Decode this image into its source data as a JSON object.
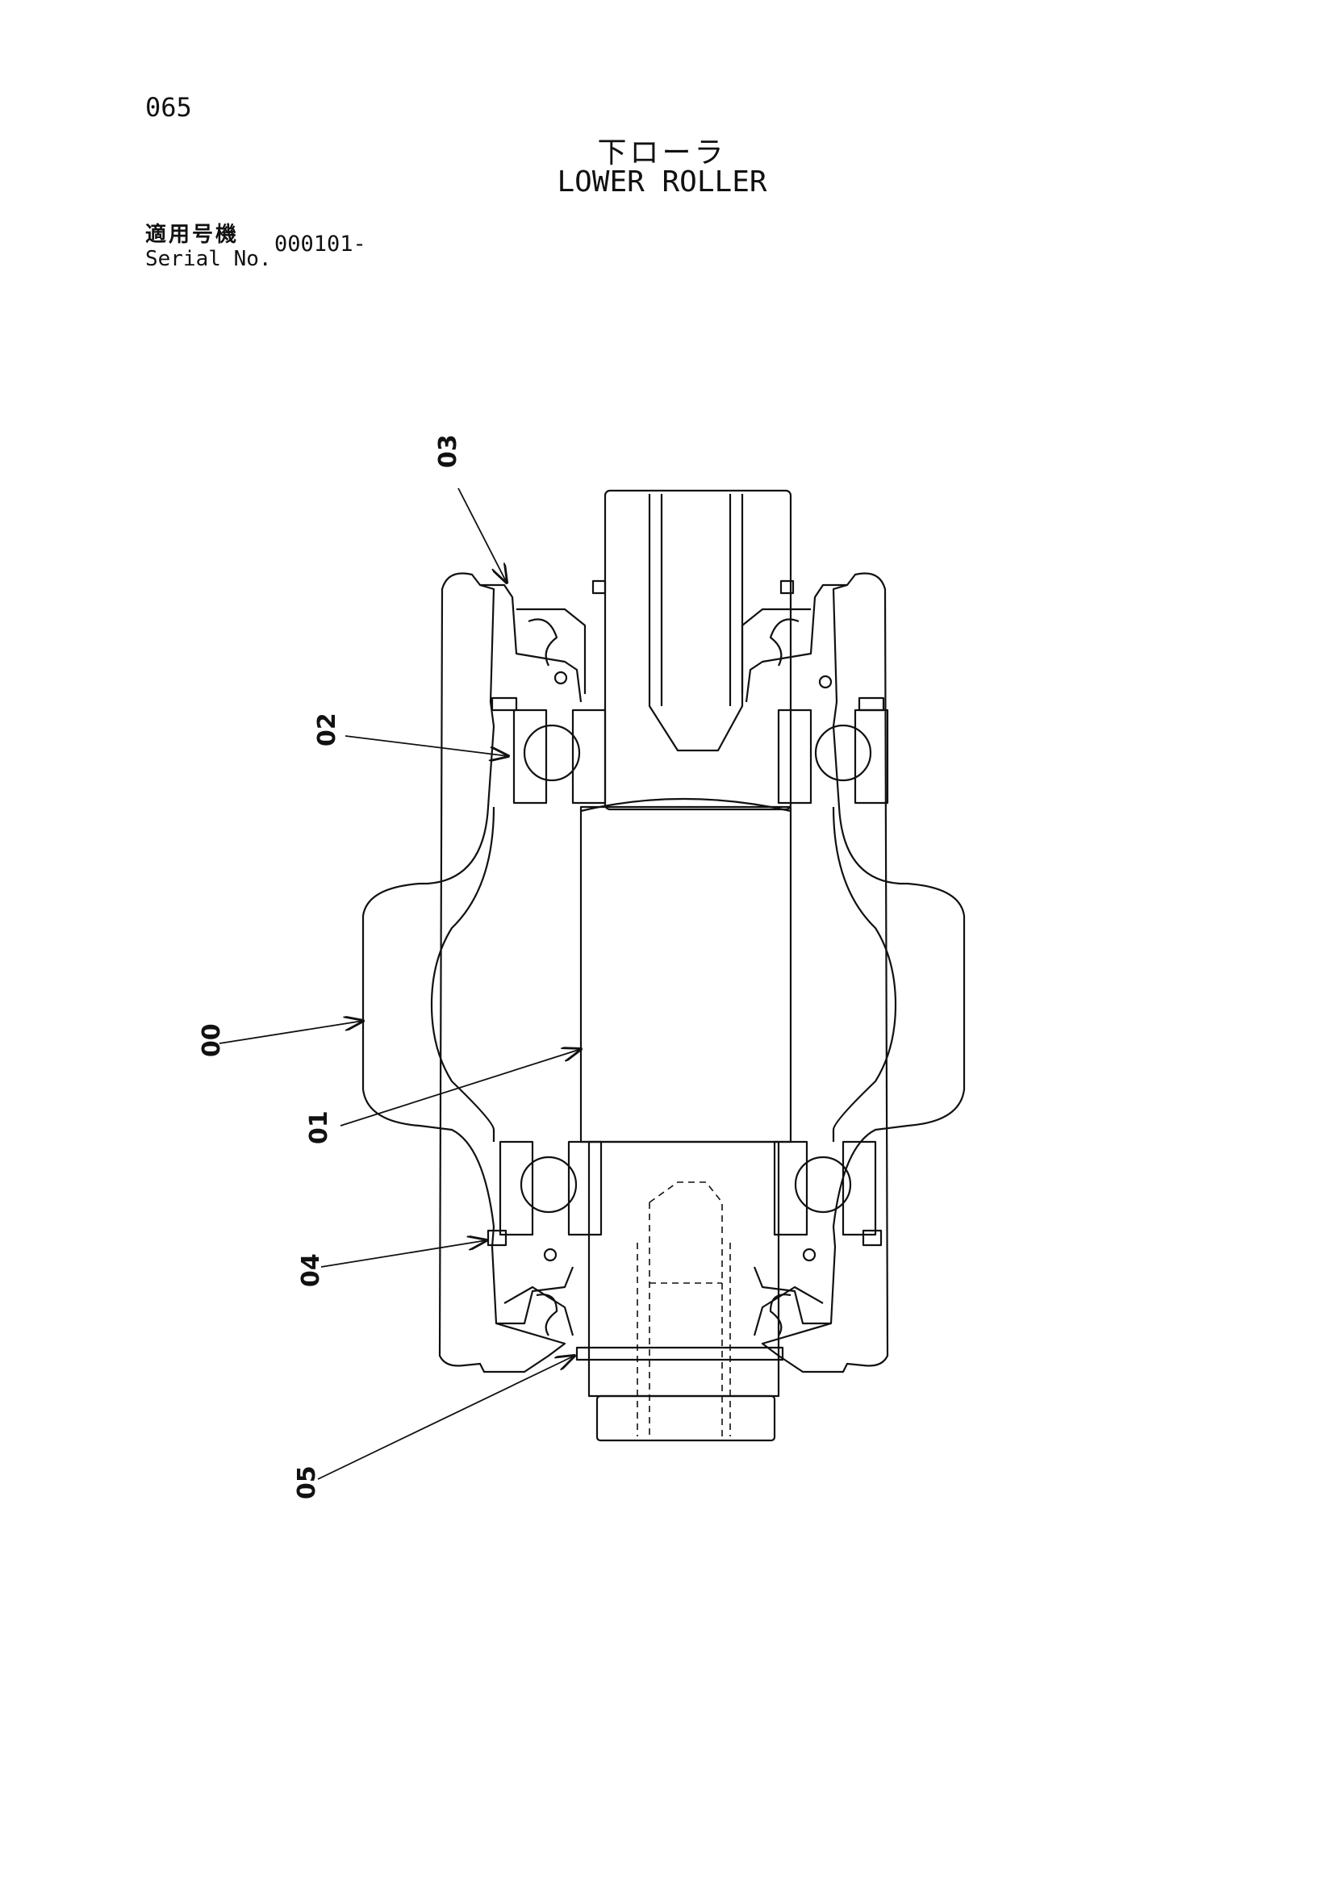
{
  "page_number": "065",
  "title_jp": "下ローラ",
  "title_en": "LOWER ROLLER",
  "serial": {
    "label_jp": "適用号機",
    "label_en": "Serial No.",
    "value": "000101-"
  },
  "callouts": [
    {
      "id": "00"
    },
    {
      "id": "01"
    },
    {
      "id": "02"
    },
    {
      "id": "03"
    },
    {
      "id": "04"
    },
    {
      "id": "05"
    }
  ]
}
